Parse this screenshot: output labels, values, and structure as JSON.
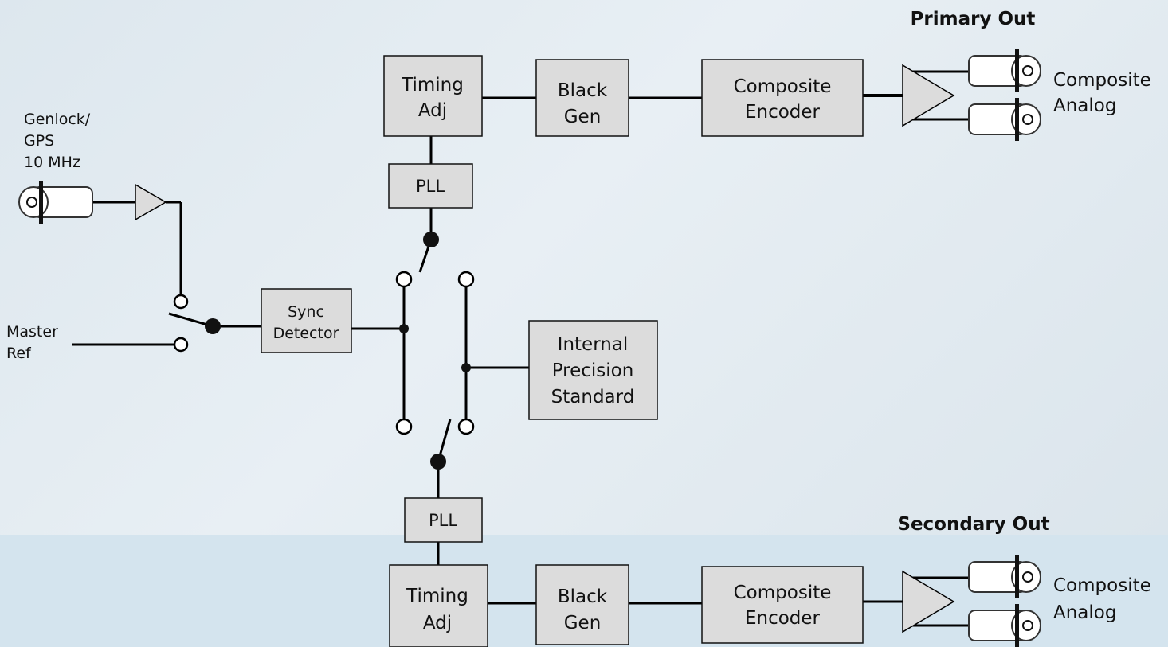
{
  "headers": {
    "primary": "Primary Out",
    "secondary": "Secondary Out"
  },
  "inputs": {
    "genlock": [
      "Genlock/",
      "GPS",
      "10 MHz"
    ],
    "master": [
      "Master",
      "Ref"
    ]
  },
  "blocks": {
    "sync": [
      "Sync",
      "Detector"
    ],
    "internal": [
      "Internal",
      "Precision",
      "Standard"
    ],
    "timing_top": [
      "Timing",
      "Adj"
    ],
    "black_top": [
      "Black",
      "Gen"
    ],
    "encoder_top": [
      "Composite",
      "Encoder"
    ],
    "pll_top": "PLL",
    "pll_bottom": "PLL",
    "timing_bottom": [
      "Timing",
      "Adj"
    ],
    "black_bottom": [
      "Black",
      "Gen"
    ],
    "encoder_bottom": [
      "Composite",
      "Encoder"
    ]
  },
  "outputs": {
    "top": [
      "Composite",
      "Analog"
    ],
    "bottom": [
      "Composite",
      "Analog"
    ]
  },
  "colors": {
    "block_fill": "#dcdcdc",
    "background": "#e4ecf2",
    "bottom_band": "#d4e4ee"
  }
}
